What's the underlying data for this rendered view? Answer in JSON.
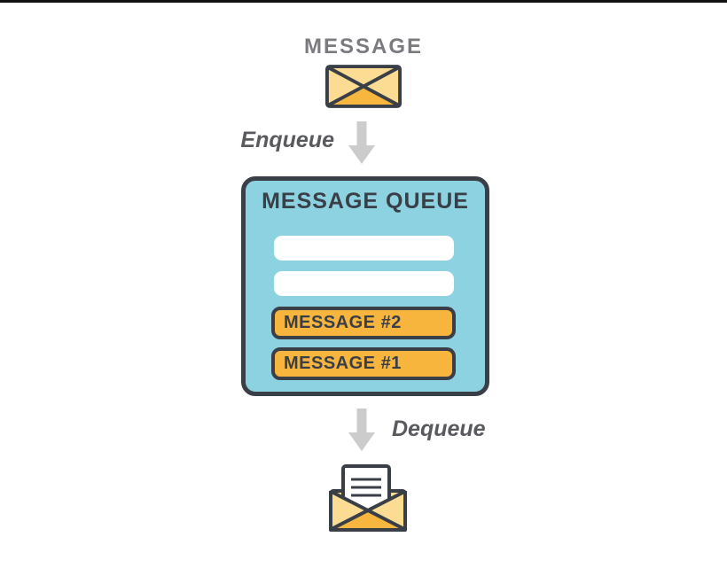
{
  "diagram": {
    "message_label": "MESSAGE",
    "enqueue_label": "Enqueue",
    "dequeue_label": "Dequeue",
    "queue_box": {
      "title": "MESSAGE QUEUE",
      "slots": [
        {
          "state": "empty",
          "label": ""
        },
        {
          "state": "empty",
          "label": ""
        },
        {
          "state": "filled",
          "label": "MESSAGE #2"
        },
        {
          "state": "filled",
          "label": "MESSAGE #1"
        }
      ]
    },
    "icons": [
      "envelope-closed-icon",
      "arrow-down-icon",
      "arrow-down-icon",
      "envelope-open-icon"
    ],
    "colors": {
      "queue-blue": "#8DD2E0",
      "slot-orange": "#F8B53E",
      "envelope-yellow": "#FBDC92",
      "envelope-orange": "#F7B63E",
      "outline-dark": "#3A3F47",
      "arrow-gray": "#CCCCCC",
      "title-gray": "#797B7F",
      "flow-label-gray": "#595A5E",
      "top-border-black": "#111111",
      "slot-white": "#FFFFFF"
    }
  }
}
